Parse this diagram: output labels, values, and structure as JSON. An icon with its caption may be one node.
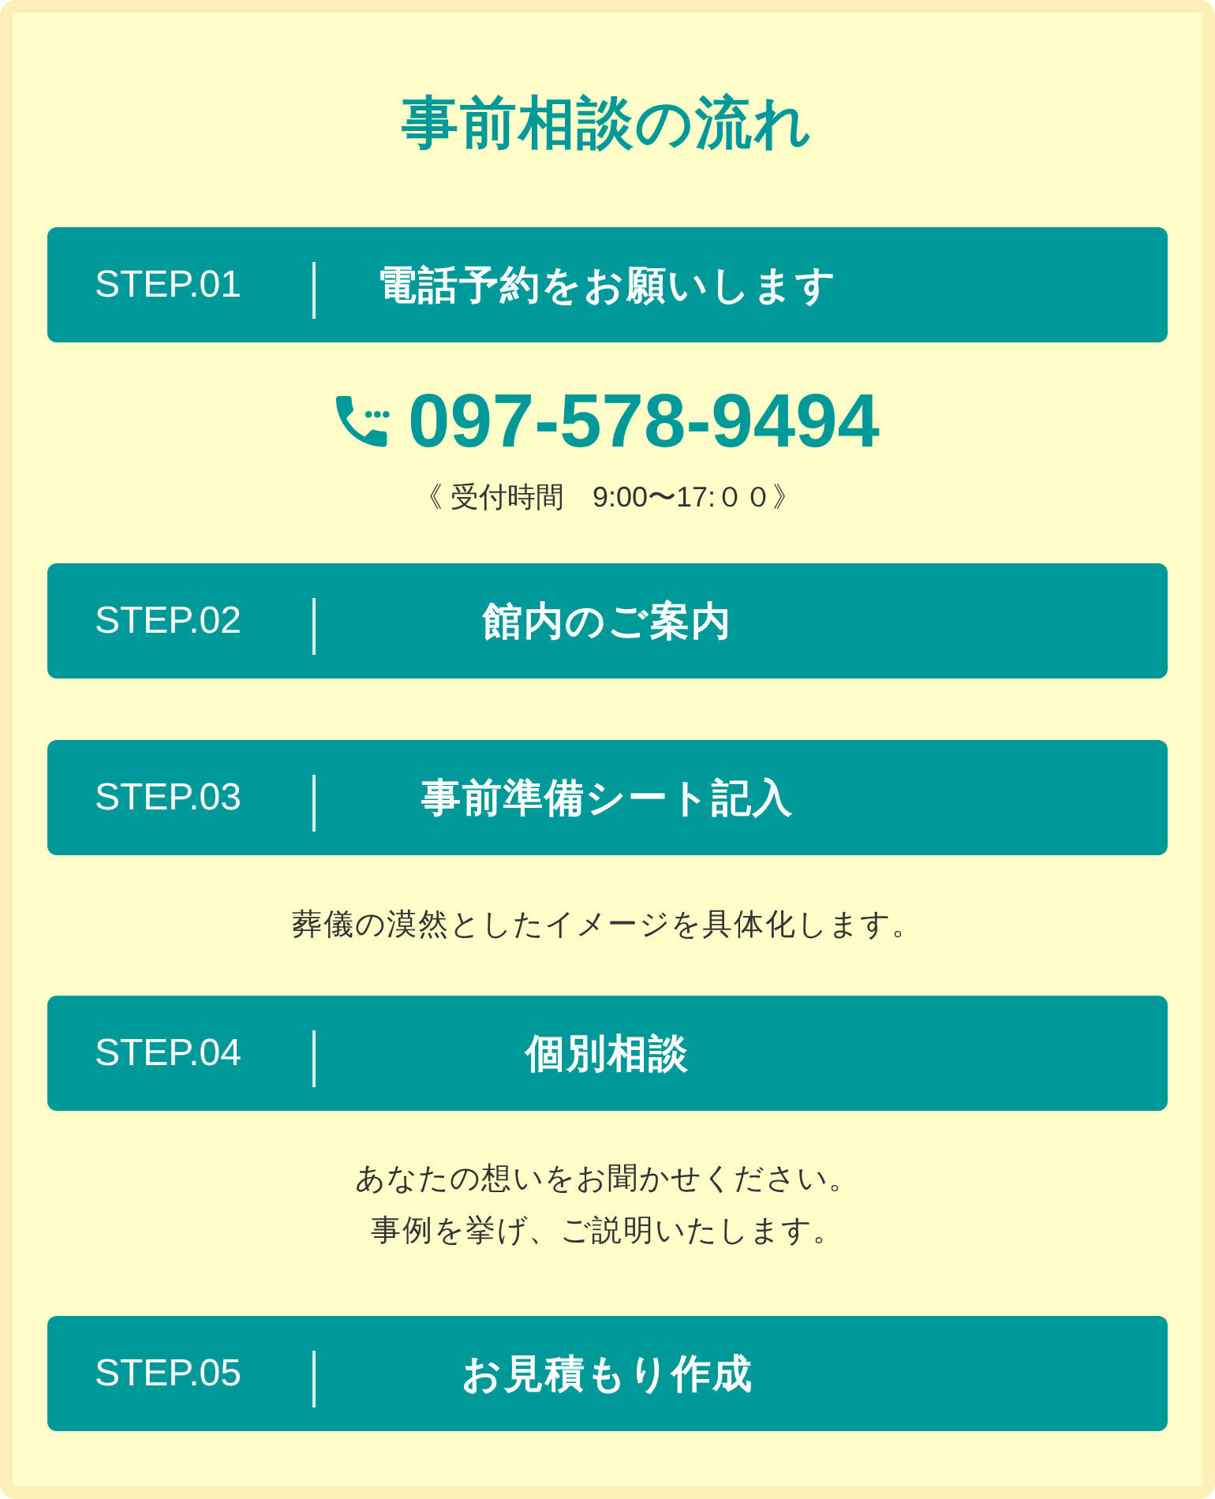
{
  "diagram": {
    "title": "事前相談の流れ",
    "nodes": [
      {
        "text": [
          "STEP.01",
          "電話予約をお願いします"
        ],
        "beside": [
          "097-578-9494",
          "《 受付時間　9:00〜17:００》"
        ]
      },
      {
        "text": [
          "STEP.02",
          "館内のご案内"
        ]
      },
      {
        "text": [
          "STEP.03",
          "事前準備シート記入"
        ],
        "beside": [
          "葬儀の漠然としたイメージを具体化します。"
        ]
      },
      {
        "text": [
          "STEP.04",
          "個別相談"
        ],
        "beside": [
          "あなたの想いをお聞かせください。",
          "事例を挙げ、ご説明いたします。"
        ]
      },
      {
        "text": [
          "STEP.05",
          "お見積もり作成"
        ]
      }
    ]
  }
}
